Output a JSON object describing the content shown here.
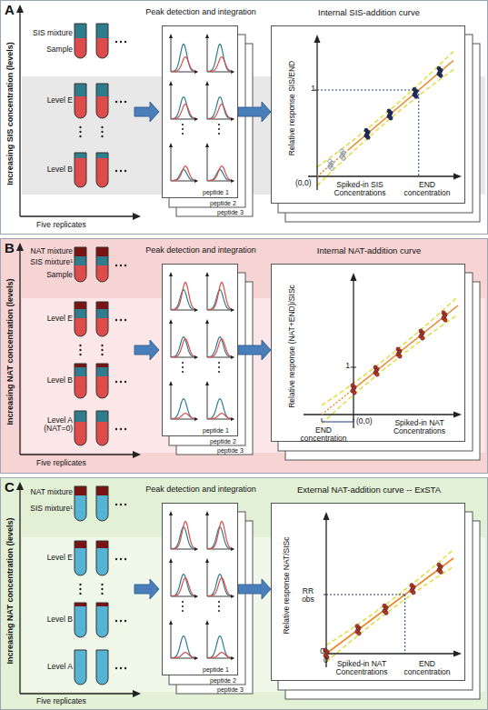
{
  "diagram": {
    "nodes": [
      {
        "text": [
          "A"
        ]
      },
      {
        "text": [
          "Peak detection and integration",
          "peptide 1",
          "peptide 2",
          "peptide 3"
        ],
        "in": 0
      },
      {
        "text": [
          "Internal SIS-addition curve",
          "Relative response SIS/END",
          "1",
          "(0,0)",
          "Spiked-in SIS Concentrations",
          "END concentration"
        ],
        "in": 0
      },
      {
        "text": [
          "B"
        ]
      },
      {
        "text": [
          "Peak detection and integration",
          "peptide 1",
          "peptide 2",
          "peptide 3"
        ],
        "in": 3
      },
      {
        "text": [
          "Internal NAT-addition curve",
          "Relative response (NAT+END)/SISc",
          "1",
          "(0,0)",
          "END concentration",
          "Spiked-in NAT Concentrations"
        ],
        "in": 3
      },
      {
        "text": [
          "C"
        ]
      },
      {
        "text": [
          "Peak detection and integration",
          "peptide 1",
          "peptide 2",
          "peptide 3"
        ],
        "in": 6
      },
      {
        "text": [
          "External NAT-addition curve -- ExSTA",
          "Relative response NAT/SISc",
          "RR obs",
          "0",
          "0",
          "Spiked-in NAT Concentrations",
          "END concentration"
        ],
        "in": 6
      }
    ],
    "edges": [
      {
        "from": 1,
        "to": 2,
        "arrow": "to"
      },
      {
        "from": 4,
        "to": 5,
        "arrow": "to"
      },
      {
        "from": 7,
        "to": 8,
        "arrow": "to"
      }
    ],
    "labels": [
      "Increasing SIS concentration (levels)",
      "SIS mixture",
      "Sample",
      "Level E",
      "Level B",
      "Five replicates",
      "Increasing NAT concentration (levels)",
      "NAT mixture",
      "SIS mixture¹",
      "Sample",
      "Level E",
      "Level B",
      "Level A (NAT=0)",
      "Five replicates",
      "Increasing NAT concentration (levels)",
      "NAT mixture",
      "SIS mixture¹",
      "Level E",
      "Level B",
      "Level A",
      "Five replicates"
    ]
  }
}
